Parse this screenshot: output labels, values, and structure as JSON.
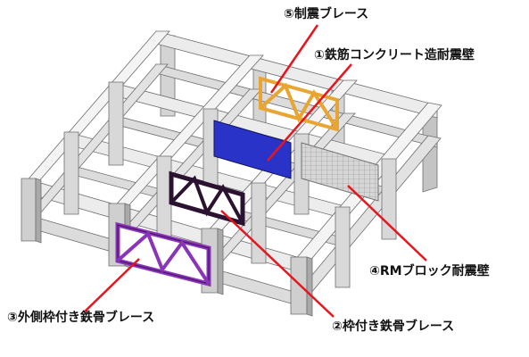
{
  "labels": {
    "brace": "⑤制震ブレース",
    "rc_wall": "①鉄筋コンクリート造耐震壁",
    "rm_wall": "④RMブロック耐震壁",
    "framed_brace": "②枠付き鉄骨ブレース",
    "outer_brace": "③外側枠付き鉄骨ブレース"
  },
  "colors": {
    "frame_top": "#f2f2f2",
    "frame_side": "#cfcfcf",
    "frame_dark": "#a9a9a9",
    "leader": "#e8141e",
    "brace_gold": "#e8a531",
    "rc_blue": "#2a33c8",
    "framed_dark": "#2b1230",
    "outer_purple": "#8a35b8",
    "rm_gray": "#8c8c8c"
  }
}
